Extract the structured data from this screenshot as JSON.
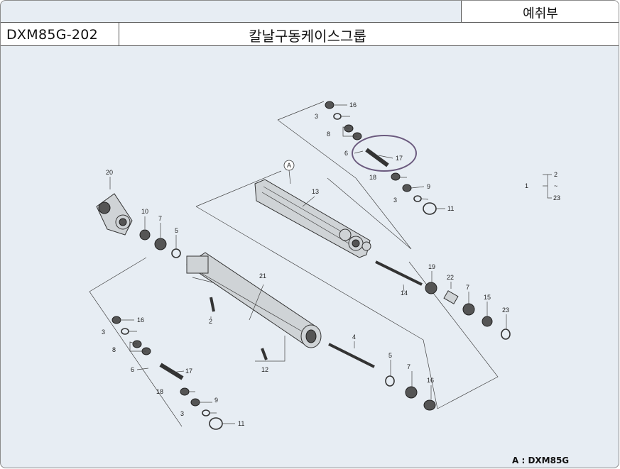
{
  "header": {
    "section_label": "예취부",
    "model_code": "DXM85G-202",
    "group_title": "칼날구동케이스그룹"
  },
  "diagram": {
    "callout_A": "A",
    "variant_note": "A : DXM85G",
    "part_numbers": {
      "n1": "1",
      "n2": "2",
      "n3": "3",
      "n4": "4",
      "n5": "5",
      "n6": "6",
      "n7": "7",
      "n8": "8",
      "n9": "9",
      "n10": "10",
      "n11": "11",
      "n12": "12",
      "n13": "13",
      "n14": "14",
      "n15": "15",
      "n16": "16",
      "n17": "17",
      "n18": "18",
      "n19": "19",
      "n20": "20",
      "n21": "21",
      "n22": "22",
      "n23": "23"
    },
    "range_marker": "~"
  },
  "colors": {
    "sheet_background": "#e7edf3",
    "highlight_ellipse": "#6b5a7e"
  }
}
